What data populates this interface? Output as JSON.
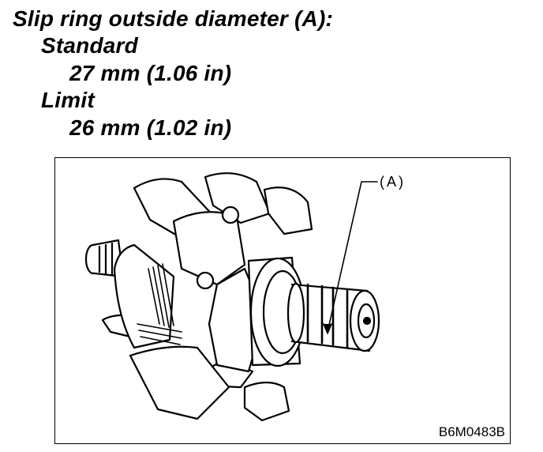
{
  "spec": {
    "heading": "Slip ring outside diameter (A):",
    "standard_label": "Standard",
    "standard_value": "27 mm (1.06 in)",
    "limit_label": "Limit",
    "limit_value": "26 mm (1.02 in)"
  },
  "figure": {
    "callout": "(A)",
    "code": "B6M0483B"
  }
}
